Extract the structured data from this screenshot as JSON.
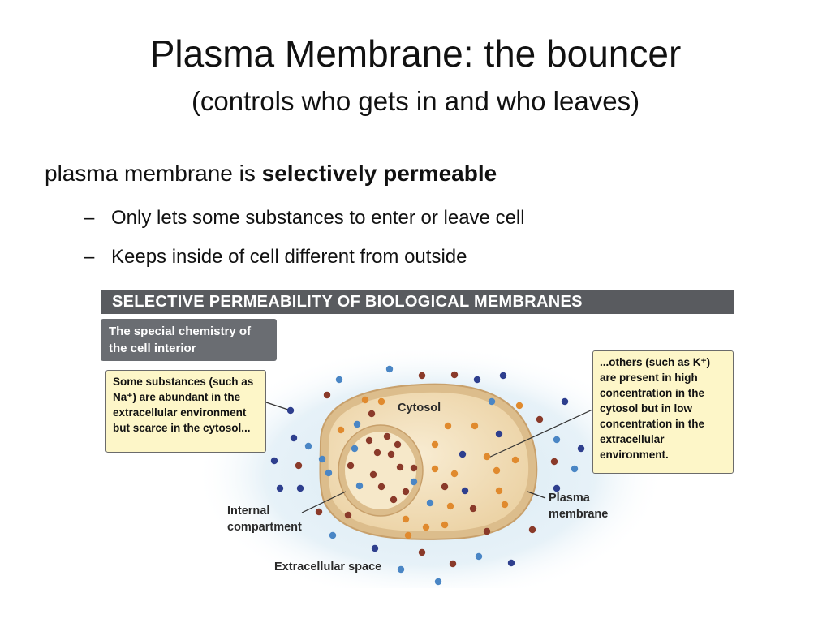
{
  "slide": {
    "title": "Plasma Membrane: the bouncer",
    "subtitle": "(controls who gets in and who leaves)",
    "bullet_prefix": "plasma membrane is ",
    "bullet_bold": "selectively permeable",
    "sub_bullets": [
      "Only lets some substances to enter or leave cell",
      "Keeps inside of cell different from outside"
    ],
    "dash": "–"
  },
  "figure": {
    "header": "SELECTIVE PERMEABILITY OF BIOLOGICAL MEMBRANES",
    "gray_box": "The special chemistry of the cell interior",
    "note_left": "Some substances (such as Na⁺) are abundant in the extracellular environment but scarce in the cytosol...",
    "note_right": "...others (such as K⁺) are present in high concentration in the cytosol but in low concentration in the extracellular environment.",
    "label_cytosol": "Cytosol",
    "label_internal": "Internal compartment",
    "label_plasma": "Plasma membrane",
    "label_extracellular": "Extracellular space",
    "colors": {
      "cell_fill": "#f3e2c0",
      "membrane": "#d9b98a",
      "halo": "#d7e9f3",
      "blue_particle": "#4a86c5",
      "navy_particle": "#2e3f8e",
      "maroon_particle": "#8a3a2a",
      "orange_particle": "#e08a2e",
      "note_bg": "#fdf6c8",
      "header_bg": "#595b5f"
    }
  }
}
